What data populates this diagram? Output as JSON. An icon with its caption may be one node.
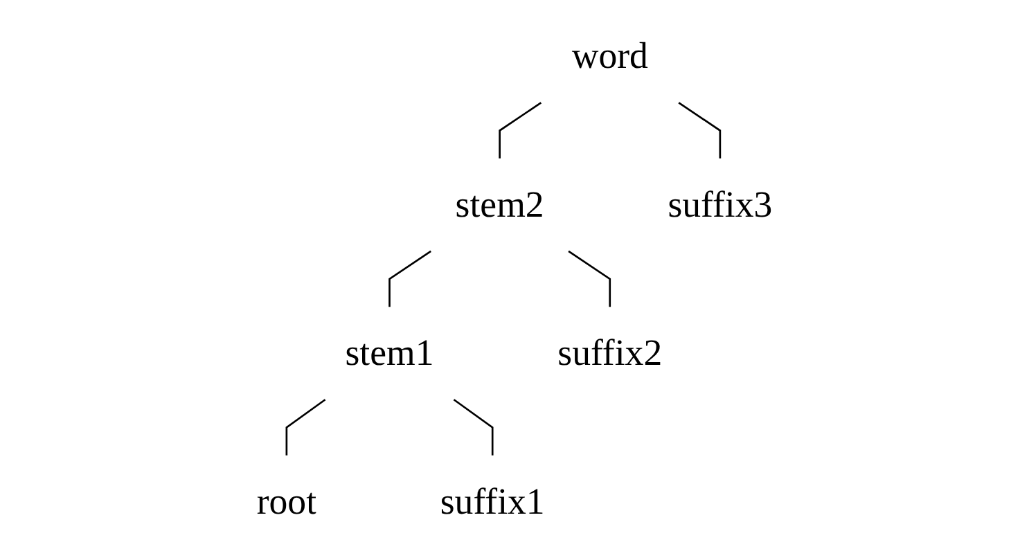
{
  "diagram": {
    "nodes": [
      {
        "text": [
          "word"
        ]
      },
      {
        "text": [
          "stem2"
        ]
      },
      {
        "text": [
          "stem1"
        ]
      },
      {
        "text": [
          "root"
        ]
      },
      {
        "text": [
          "suffix1"
        ]
      },
      {
        "text": [
          "suffix2"
        ]
      },
      {
        "text": [
          "suffix3"
        ]
      }
    ],
    "edges": [
      {
        "from": 0,
        "to": 1,
        "arrow": "none"
      },
      {
        "from": 0,
        "to": 6,
        "arrow": "none"
      },
      {
        "from": 1,
        "to": 2,
        "arrow": "none"
      },
      {
        "from": 1,
        "to": 5,
        "arrow": "none"
      },
      {
        "from": 2,
        "to": 3,
        "arrow": "none"
      },
      {
        "from": 2,
        "to": 4,
        "arrow": "none"
      }
    ]
  }
}
